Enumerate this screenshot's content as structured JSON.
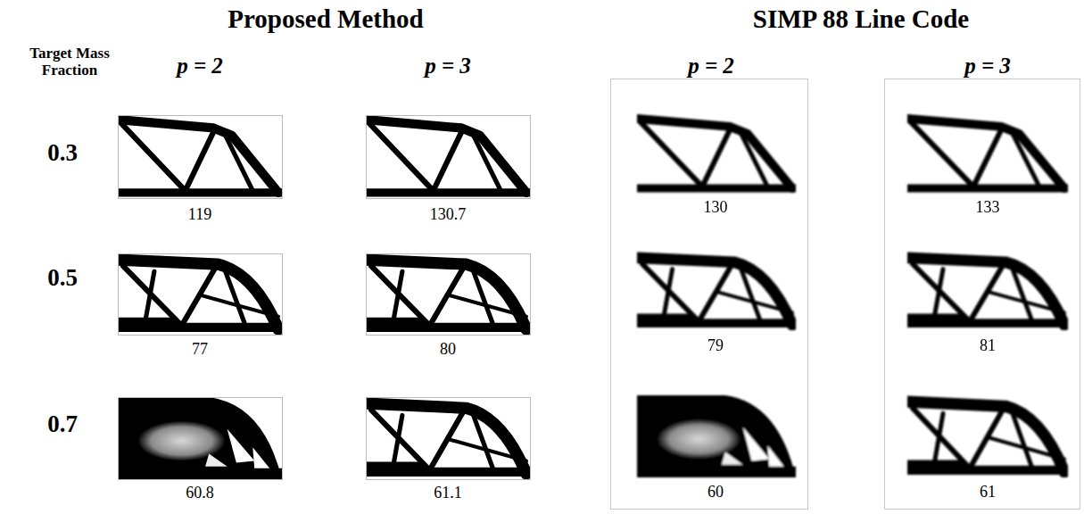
{
  "diagram": {
    "labels": [
      "Proposed Method",
      "SIMP 88 Line Code",
      "Target Mass Fraction",
      "p = 2",
      "p = 3",
      "p = 2",
      "p = 3",
      "0.3",
      "119",
      "130.7",
      "130",
      "133",
      "0.5",
      "77",
      "80",
      "79",
      "81",
      "0.7",
      "60.8",
      "61.1",
      "60",
      "61"
    ]
  }
}
